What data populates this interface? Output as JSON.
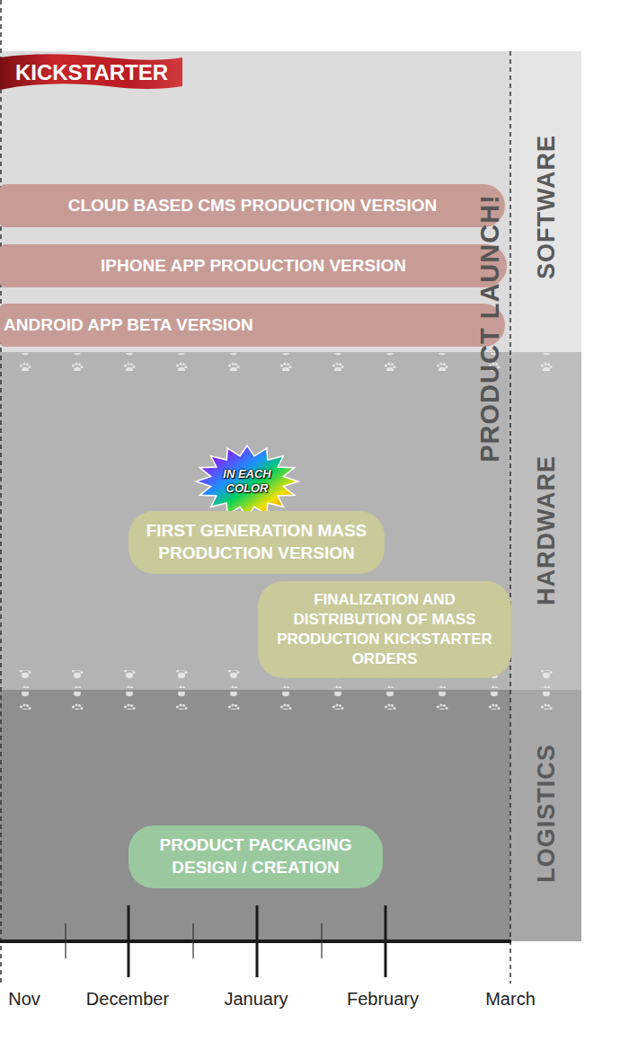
{
  "diagram": {
    "nodes": [
      {
        "text": [
          "SOFTWARE"
        ]
      },
      {
        "text": [
          "KICKSTARTER"
        ],
        "in": 0
      },
      {
        "text": [
          "CLOUD BASED CMS  PRODUCTION VERSION"
        ],
        "in": 0
      },
      {
        "text": [
          "IPHONE APP PRODUCTION VERSION"
        ],
        "in": 0
      },
      {
        "text": [
          "ANDROID APP BETA VERSION"
        ],
        "in": 0
      },
      {
        "text": [
          "HARDWARE"
        ]
      },
      {
        "text": [
          "IN EACH COLOR"
        ],
        "in": 5
      },
      {
        "text": [
          "FIRST GENERATION MASS PRODUCTION VERSION"
        ],
        "in": 5
      },
      {
        "text": [
          "FINALIZATION AND DISTRIBUTION OF MASS PRODUCTION KICKSTARTER ORDERS"
        ],
        "in": 5
      },
      {
        "text": [
          "LOGISTICS"
        ]
      },
      {
        "text": [
          "PRODUCT PACKAGING DESIGN / CREATION"
        ],
        "in": 9
      }
    ],
    "labels": [
      "PRODUCT LAUNCH!",
      "Nov",
      "December",
      "January",
      "February",
      "March"
    ]
  }
}
